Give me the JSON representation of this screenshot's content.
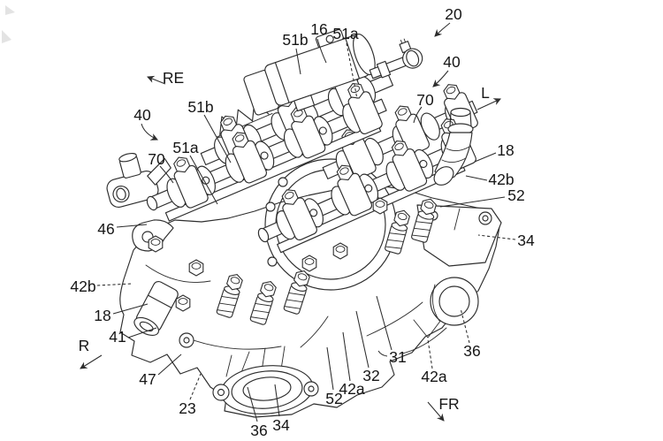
{
  "figure": {
    "kind": "patent line drawing",
    "subject": "motorcycle engine cylinder head assembly, isometric view",
    "ink_color": "#2d2d2d",
    "paper_color": "#ffffff"
  },
  "labels": {
    "n20": "20",
    "n16": "16",
    "n51a_top": "51a",
    "n51b_top": "51b",
    "n40_right": "40",
    "n40_left": "40",
    "n70_right": "70",
    "n51b_left": "51b",
    "n51a_left": "51a",
    "n70_left": "70",
    "n18_right": "18",
    "n42b_right": "42b",
    "n52_right": "52",
    "n34_right": "34",
    "n46": "46",
    "n42b_left": "42b",
    "n18_left": "18",
    "n41": "41",
    "n47": "47",
    "n23": "23",
    "n36_bl": "36",
    "n34_b": "34",
    "n52_b": "52",
    "n42a_b": "42a",
    "n32": "32",
    "n31": "31",
    "n42a_br": "42a",
    "n36_br": "36"
  },
  "directions": {
    "re": "RE",
    "l": "L",
    "r": "R",
    "fr": "FR"
  }
}
